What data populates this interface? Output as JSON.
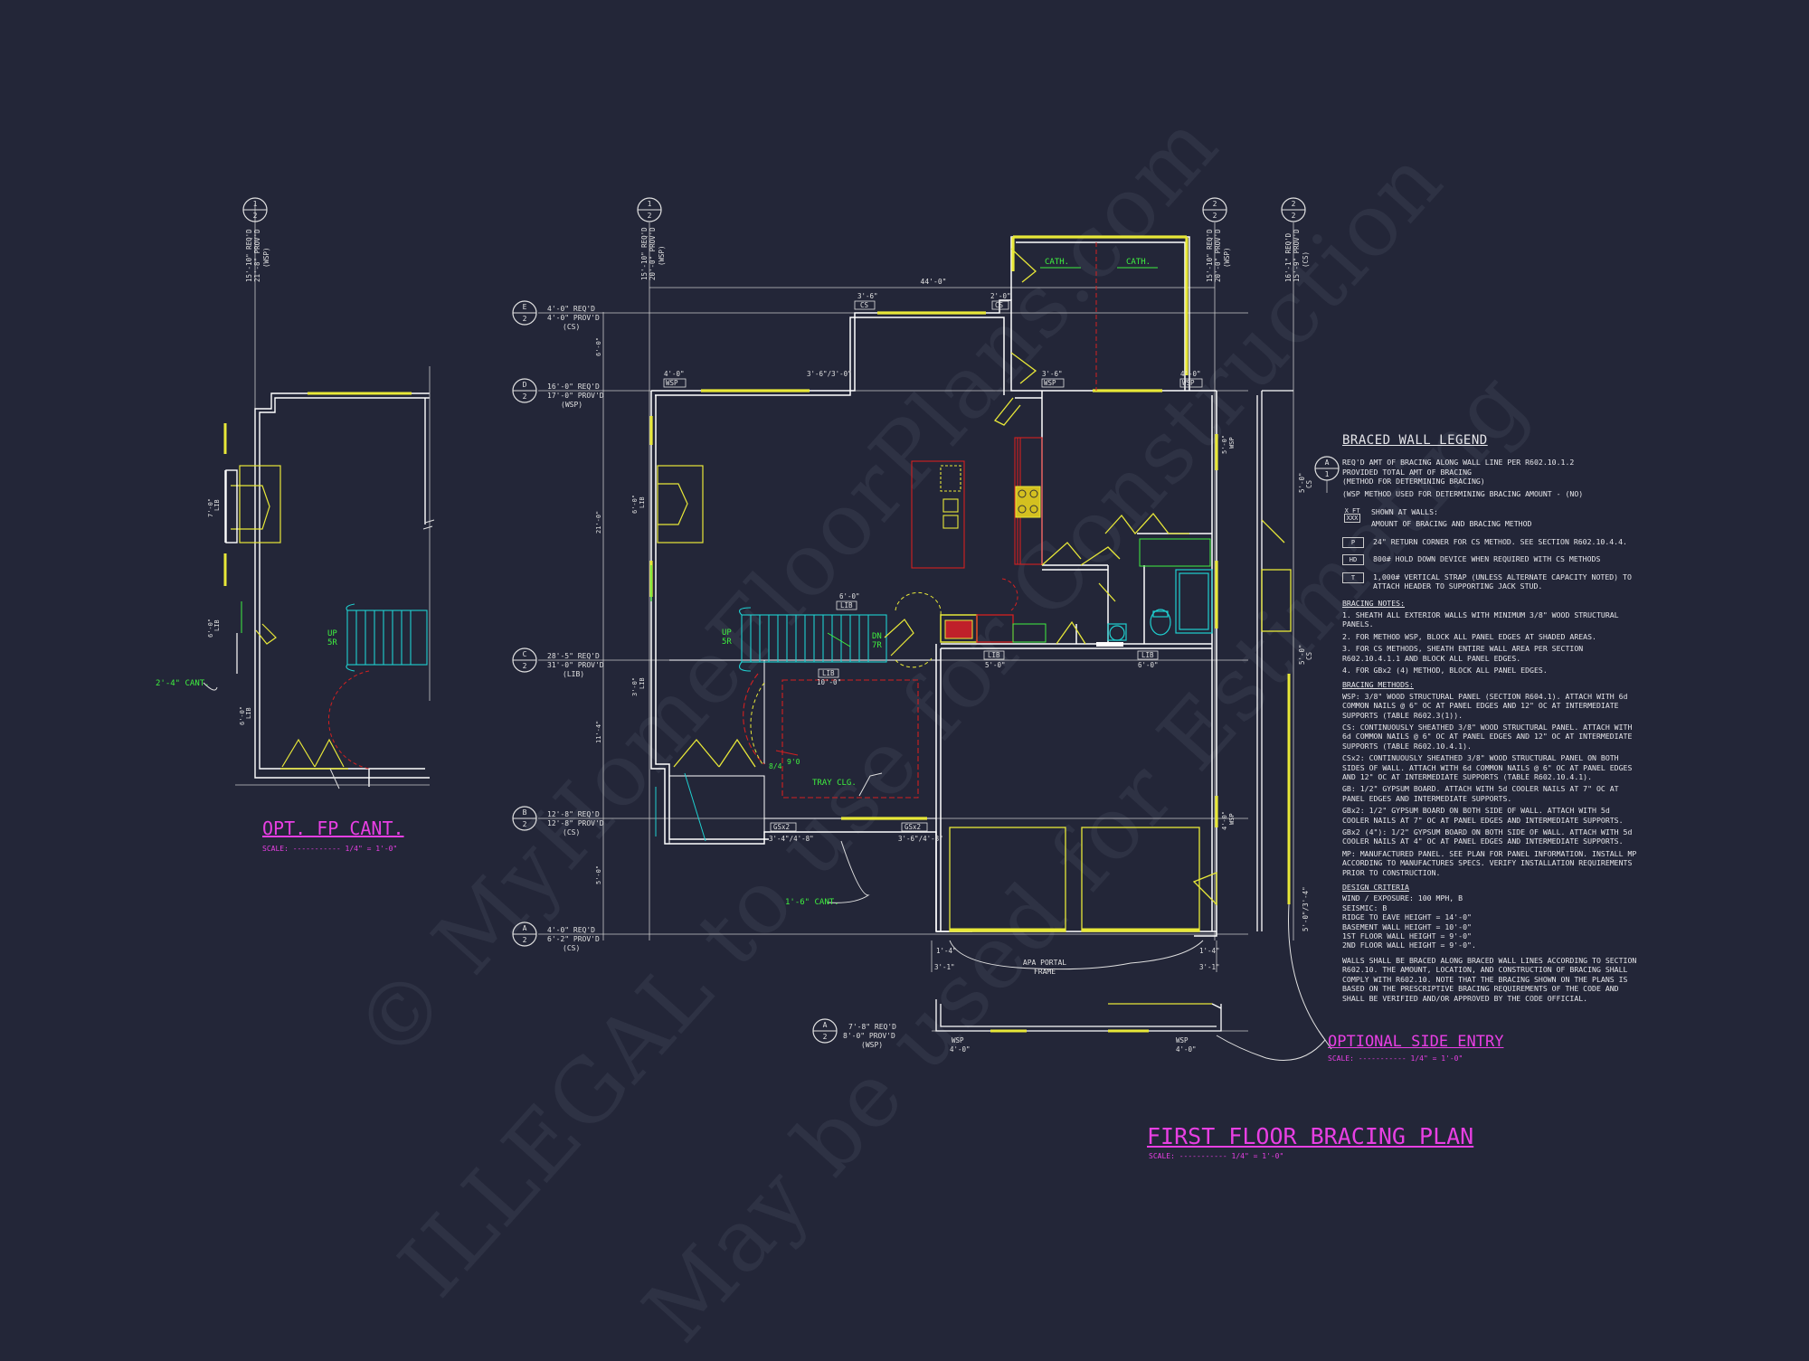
{
  "watermark": {
    "line1": "© MyHomeFloorPlans.com",
    "line2": "ILLEGAL to use for Construction",
    "line3": "May be used for Estimating"
  },
  "titles": {
    "main": "FIRST FLOOR BRACING PLAN",
    "main_scale": "SCALE: ----------- 1/4\" = 1'-0\"",
    "opt_fp": "OPT. FP CANT.",
    "opt_fp_scale": "SCALE: ----------- 1/4\" = 1'-0\"",
    "side_entry": "OPTIONAL SIDE ENTRY",
    "side_entry_scale": "SCALE: ----------- 1/4\" = 1'-0\""
  },
  "grid_bubbles": [
    {
      "label": "1\n2",
      "id": "g1"
    },
    {
      "label": "E\n2",
      "id": "gE"
    },
    {
      "label": "D\n2",
      "id": "gD"
    },
    {
      "label": "C\n2",
      "id": "gC"
    },
    {
      "label": "B\n2",
      "id": "gB"
    },
    {
      "label": "A\n2",
      "id": "gA"
    }
  ],
  "bracing_lines": {
    "E": [
      "4'-0\" REQ'D",
      "4'-0\" PROV'D",
      "(CS)"
    ],
    "D": [
      "16'-0\" REQ'D",
      "17'-0\" PROV'D",
      "(WSP)"
    ],
    "C": [
      "28'-5\" REQ'D",
      "31'-0\" PROV'D",
      "(LIB)"
    ],
    "B": [
      "12'-8\" REQ'D",
      "12'-8\" PROV'D",
      "(CS)"
    ],
    "A": [
      "4'-0\" REQ'D",
      "6'-2\" PROV'D",
      "(CS)"
    ],
    "A2": [
      "7'-8\" REQ'D",
      "8'-0\" PROV'D",
      "(WSP)"
    ]
  },
  "plan_labels": {
    "overall_width": "44'-0\"",
    "cath1": "CATH.",
    "cath2": "CATH.",
    "tray_clg": "TRAY CLG.",
    "cant_1_6": "1'-6\" CANT.",
    "cant_2_4": "2'-4\" CANT.",
    "apa_portal": "APA PORTAL",
    "frame": "FRAME",
    "up": "UP",
    "up_count": "5R",
    "dn": "DN",
    "dn_count": "7R",
    "lib_6": "6'-0\"",
    "lib": "LIB",
    "lib_10": "10'-0\"",
    "lib_5": "5'-0\"",
    "lib_6b": "6'-0\"",
    "cs_1": "CS",
    "cs_2": "CS",
    "cs_3_6": "3'-6\"",
    "wsp_3_6": "3'-6\"",
    "gsx2a": "GSx2",
    "gsx2b": "GSx2",
    "gsx2a_len": "3'-4\"/4'-8\"",
    "gsx2b_len": "3'-6\"/4'-8\"",
    "dim_8_4": "8/4",
    "dim_90": "9'0",
    "wsp_4_0a": "4'-0\"",
    "wsp_4_0b": "4'-0\"",
    "wsp": "WSP",
    "dim_3_1a": "3'-1\"",
    "dim_3_1b": "3'-1\"",
    "dim_1_4a": "1'-4\"",
    "dim_1_4b": "1'-4\""
  },
  "legend": {
    "title": "BRACED WALL LEGEND",
    "bubble_desc": [
      "REQ'D AMT OF BRACING ALONG WALL LINE PER R602.10.1.2",
      "PROVIDED TOTAL AMT OF BRACING",
      "(METHOD FOR DETERMINING BRACING)",
      "(WSP METHOD USED FOR DETERMINING BRACING AMOUNT - (NO)"
    ],
    "xft_label": "X FT",
    "xxx_label": "XXX",
    "shown_at_walls": "SHOWN AT WALLS:",
    "shown_desc": "AMOUNT OF BRACING AND BRACING METHOD",
    "p_sym": "P",
    "p_desc": "24\" RETURN CORNER FOR CS METHOD. SEE SECTION R602.10.4.4.",
    "hd_sym": "HD",
    "hd_desc": "800# HOLD DOWN DEVICE WHEN REQUIRED WITH CS METHODS",
    "t_sym": "T",
    "t_desc": "1,000# VERTICAL STRAP (UNLESS ALTERNATE CAPACITY NOTED) TO ATTACH HEADER TO SUPPORTING JACK STUD.",
    "notes_title": "BRACING NOTES:",
    "notes": [
      "1. SHEATH ALL EXTERIOR WALLS WITH MINIMUM 3/8\" WOOD STRUCTURAL PANELS.",
      "2. FOR METHOD WSP, BLOCK ALL PANEL EDGES AT SHADED AREAS.",
      "3. FOR CS METHODS, SHEATH ENTIRE WALL AREA PER SECTION R602.10.4.1.1 AND BLOCK ALL PANEL EDGES.",
      "4. FOR GBx2 (4) METHOD, BLOCK ALL PANEL EDGES."
    ],
    "methods_title": "BRACING METHODS:",
    "methods": [
      "WSP: 3/8\" WOOD STRUCTURAL PANEL (SECTION R604.1). ATTACH WITH 6d COMMON NAILS @ 6\" OC AT PANEL EDGES AND 12\" OC AT INTERMEDIATE SUPPORTS (TABLE R602.3(1)).",
      "CS: CONTINUOUSLY SHEATHED 3/8\" WOOD STRUCTURAL PANEL. ATTACH WITH 6d COMMON NAILS @ 6\" OC AT PANEL EDGES AND 12\" OC AT INTERMEDIATE SUPPORTS (TABLE R602.10.4.1).",
      "CSx2: CONTINUOUSLY SHEATHED 3/8\" WOOD STRUCTURAL PANEL ON BOTH SIDES OF WALL. ATTACH WITH 6d COMMON NAILS @ 6\" OC AT PANEL EDGES AND 12\" OC AT INTERMEDIATE SUPPORTS (TABLE R602.10.4.1).",
      "GB: 1/2\" GYPSUM BOARD. ATTACH WITH 5d COOLER NAILS AT 7\" OC AT PANEL EDGES AND INTERMEDIATE SUPPORTS.",
      "GBx2: 1/2\" GYPSUM BOARD ON BOTH SIDE OF WALL. ATTACH WITH 5d COOLER NAILS AT 7\" OC AT PANEL EDGES AND INTERMEDIATE SUPPORTS.",
      "GBx2 (4\"): 1/2\" GYPSUM BOARD ON BOTH SIDE OF WALL. ATTACH WITH 5d COOLER NAILS AT 4\" OC AT PANEL EDGES AND INTERMEDIATE SUPPORTS.",
      "MP: MANUFACTURED PANEL. SEE PLAN FOR PANEL INFORMATION. INSTALL MP ACCORDING TO MANUFACTURES SPECS. VERIFY INSTALLATION REQUIREMENTS PRIOR TO CONSTRUCTION."
    ],
    "criteria_title": "DESIGN CRITERIA",
    "criteria": [
      "WIND / EXPOSURE: 100 MPH, B",
      "SEISMIC: B",
      "RIDGE TO EAVE HEIGHT = 14'-0\"",
      "BASEMENT WALL HEIGHT = 10'-0\"",
      "1ST FLOOR WALL HEIGHT = 9'-0\"",
      "2ND FLOOR WALL HEIGHT = 9'-0\"."
    ],
    "closing": "WALLS SHALL BE BRACED ALONG BRACED WALL LINES ACCORDING TO SECTION R602.10. THE AMOUNT, LOCATION, AND CONSTRUCTION OF BRACING SHALL COMPLY WITH R602.10. NOTE THAT THE BRACING SHOWN ON THE PLANS IS BASED ON THE PRESCRIPTIVE BRACING REQUIREMENTS OF THE CODE AND SHALL BE VERIFIED AND/OR APPROVED BY THE CODE OFFICIAL."
  },
  "colors": {
    "background": "#232638",
    "wall": "#ffffff",
    "bracing": "#e8e838",
    "dimension": "#d8d8d8",
    "annotation_green": "#3ff03f",
    "title_magenta": "#e83fe3",
    "stair_cyan": "#1fd0d0",
    "hidden_red": "#d42020"
  }
}
